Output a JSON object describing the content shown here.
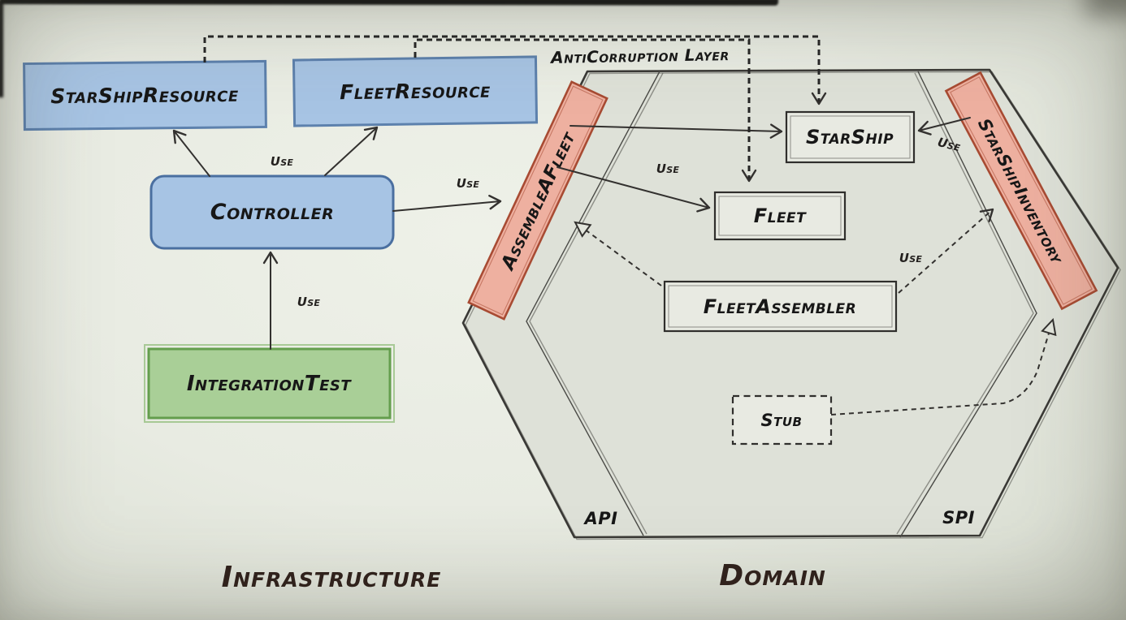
{
  "labels": {
    "anticorruption": "AntiCorruption Layer",
    "use": "Use",
    "api": "API",
    "spi": "SPI",
    "infrastructure": "Infrastructure",
    "domain": "Domain"
  },
  "nodes": {
    "starship_resource": "StarShipResource",
    "fleet_resource": "FleetResource",
    "controller": "Controller",
    "integration_test": "IntegrationTest",
    "assemble_a_fleet": "AssembleAFleet",
    "starship": "StarShip",
    "fleet": "Fleet",
    "fleet_assembler": "FleetAssembler",
    "stub": "Stub",
    "starship_inventory": "StarShipInventory"
  },
  "colors": {
    "paper": "#e9ece3",
    "hexagon_fill": "#dee1d8",
    "blue_fill": "#a7c4e4",
    "blue_stroke": "#5d81ad",
    "green_fill": "#a9cf97",
    "green_stroke": "#649e4d",
    "salmon_fill": "#eeb0a0",
    "salmon_stroke": "#a84b33",
    "box_fill": "#e8eae2",
    "ink": "#2b2b2b"
  }
}
